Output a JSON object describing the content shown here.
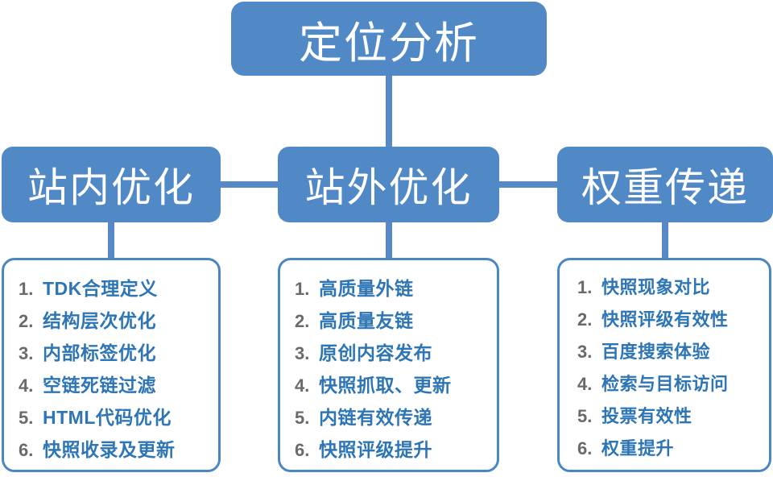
{
  "diagram": {
    "root": {
      "label": "定位分析"
    },
    "branches": [
      {
        "label": "站内优化"
      },
      {
        "label": "站外优化"
      },
      {
        "label": "权重传递"
      }
    ],
    "lists": [
      {
        "items": [
          {
            "num": "1.",
            "text": "TDK合理定义"
          },
          {
            "num": "2.",
            "text": "结构层次优化"
          },
          {
            "num": "3.",
            "text": "内部标签优化"
          },
          {
            "num": "4.",
            "text": "空链死链过滤"
          },
          {
            "num": "5.",
            "text": "HTML代码优化"
          },
          {
            "num": "6.",
            "text": "快照收录及更新"
          }
        ]
      },
      {
        "items": [
          {
            "num": "1.",
            "text": "高质量外链"
          },
          {
            "num": "2.",
            "text": "高质量友链"
          },
          {
            "num": "3.",
            "text": "原创内容发布"
          },
          {
            "num": "4.",
            "text": "快照抓取、更新"
          },
          {
            "num": "5.",
            "text": "内链有效传递"
          },
          {
            "num": "6.",
            "text": "快照评级提升"
          }
        ]
      },
      {
        "items": [
          {
            "num": "1.",
            "text": "快照现象对比"
          },
          {
            "num": "2.",
            "text": "快照评级有效性"
          },
          {
            "num": "3.",
            "text": "百度搜索体验"
          },
          {
            "num": "4.",
            "text": "检索与目标访问"
          },
          {
            "num": "5.",
            "text": "投票有效性"
          },
          {
            "num": "6.",
            "text": "权重提升"
          }
        ]
      }
    ],
    "colors": {
      "node_fill": "#5189c6",
      "connector": "#5689c8",
      "list_border": "#4b86c4",
      "list_text": "#2e75b6",
      "list_number": "#6a6a6a",
      "node_text": "#ffffff",
      "background": "#ffffff"
    }
  }
}
